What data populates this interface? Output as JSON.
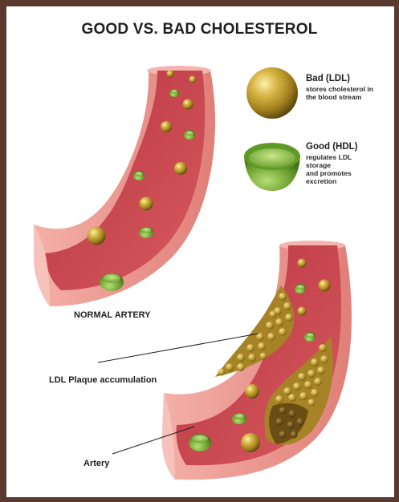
{
  "title": "GOOD VS. BAD CHOLESTEROL",
  "legend": {
    "bad": {
      "title": "Bad (LDL)",
      "desc": [
        "stores cholesterol in",
        "the blood stream"
      ],
      "color": "#c9a227"
    },
    "good": {
      "title": "Good (HDL)",
      "desc": [
        "regulates LDL",
        "storage",
        "and promotes",
        "excretion"
      ],
      "color": "#7fb33a"
    }
  },
  "labels": {
    "normal_artery": "NORMAL ARTERY",
    "plaque": "LDL Plaque accumulation",
    "artery": "Artery"
  },
  "colors": {
    "frame": "#5a3a2e",
    "artery_wall": "#e98b86",
    "artery_inner": "#c94650",
    "plaque": "#9a7a22"
  }
}
